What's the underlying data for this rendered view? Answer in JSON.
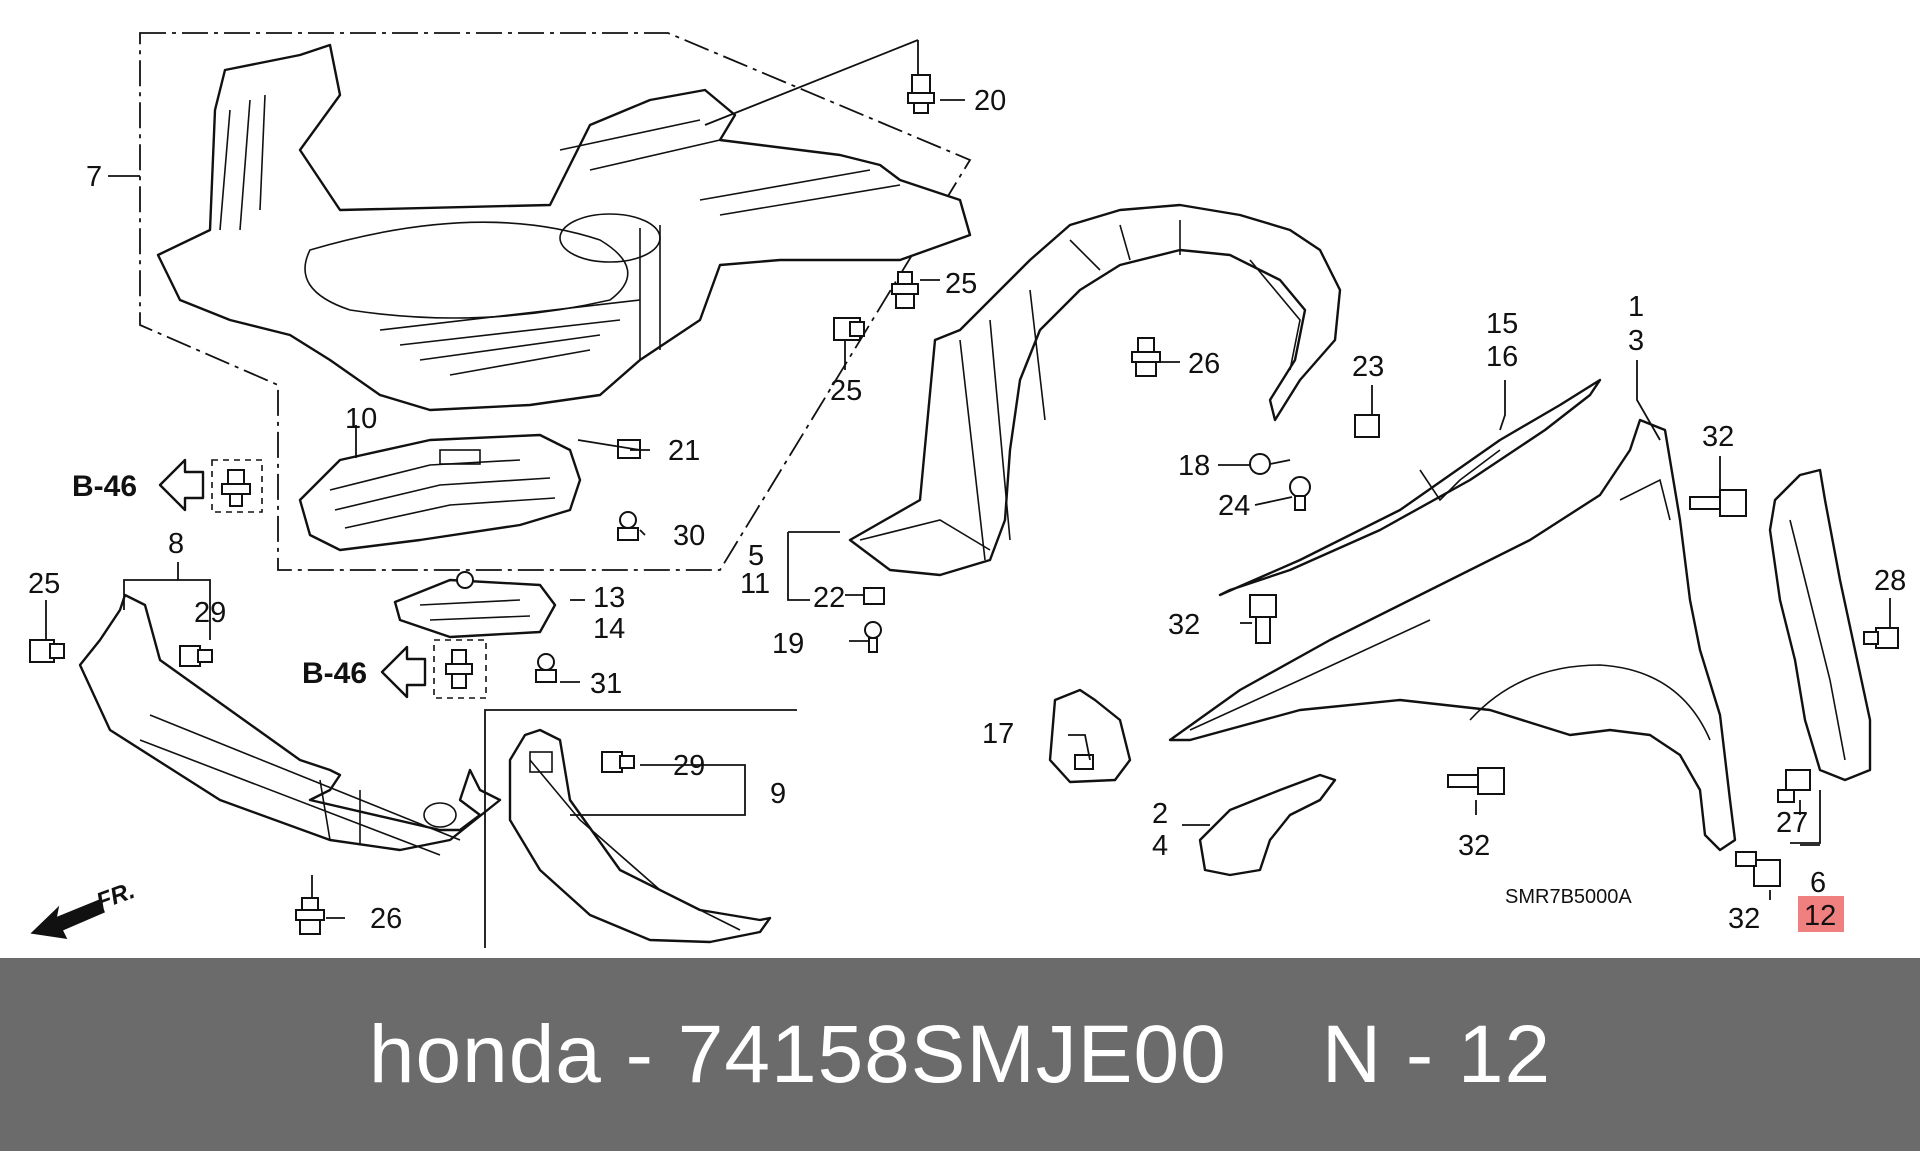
{
  "diagram": {
    "callouts": {
      "c1": "1",
      "c2": "2",
      "c3": "3",
      "c4": "4",
      "c5": "5",
      "c6": "6",
      "c7": "7",
      "c8": "8",
      "c9": "9",
      "c10": "10",
      "c11": "11",
      "c12": "12",
      "c13": "13",
      "c14": "14",
      "c15": "15",
      "c16": "16",
      "c17": "17",
      "c18": "18",
      "c19": "19",
      "c20": "20",
      "c21": "21",
      "c22": "22",
      "c23": "23",
      "c24": "24",
      "c25a": "25",
      "c25b": "25",
      "c25c": "25",
      "c26a": "26",
      "c26b": "26",
      "c27": "27",
      "c28": "28",
      "c29a": "29",
      "c29b": "29",
      "c30": "30",
      "c31": "31",
      "c32a": "32",
      "c32b": "32",
      "c32c": "32",
      "c32d": "32"
    },
    "references": {
      "ref1": "B-46",
      "ref2": "B-46"
    },
    "front_marker": "FR.",
    "drawing_code": "SMR7B5000A",
    "highlighted_part": "12",
    "highlight_color": "#f08080"
  },
  "footer": {
    "text": "honda - 74158SMJE00    N - 12",
    "background": "#6b6b6b"
  }
}
